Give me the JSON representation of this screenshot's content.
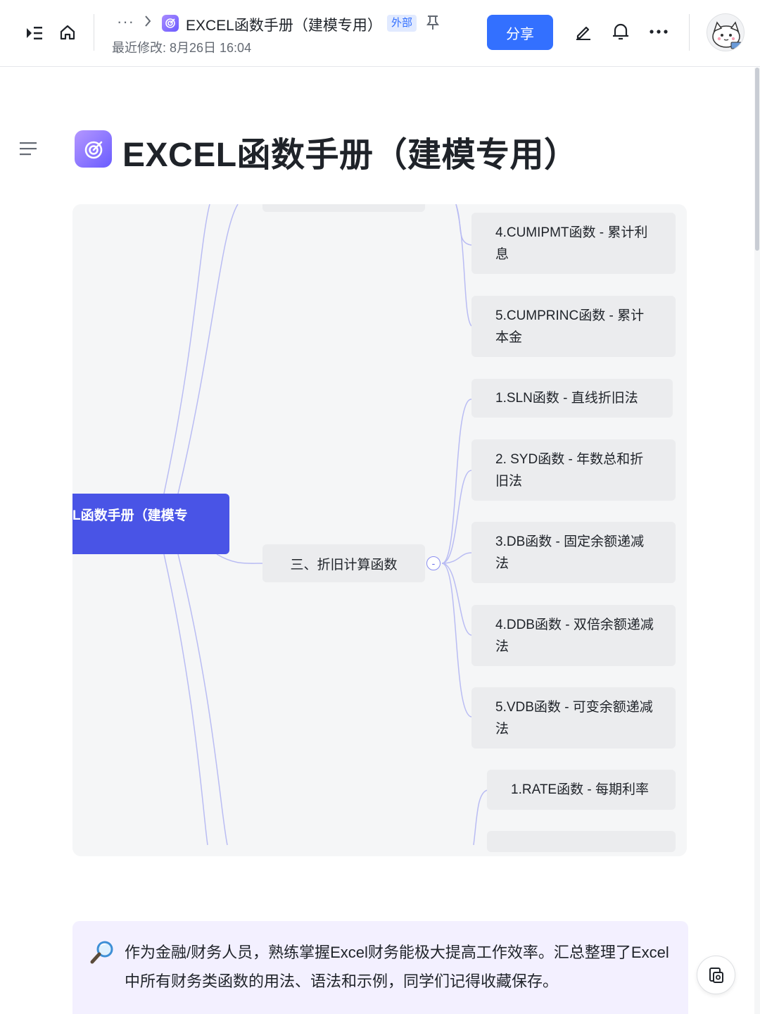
{
  "header": {
    "breadcrumb_more": "···",
    "doc_title": "EXCEL函数手册（建模专用）",
    "external_badge": "外部",
    "last_modified": "最近修改: 8月26日 16:04",
    "share_label": "分享"
  },
  "page": {
    "title": "EXCEL函数手册（建模专用）"
  },
  "mindmap": {
    "root_label": "L函数手册（建模专",
    "branch_label": "三、折旧计算函数",
    "collapse_symbol": "-",
    "nodes": [
      {
        "line1": "4.CUMIPMT函数 - 累计利",
        "line2": "息"
      },
      {
        "line1": "5.CUMPRINC函数 - 累计",
        "line2": "本金"
      },
      {
        "line1": "1.SLN函数 - 直线折旧法",
        "line2": ""
      },
      {
        "line1": "2. SYD函数 - 年数总和折",
        "line2": "旧法"
      },
      {
        "line1": "3.DB函数 - 固定余额递减",
        "line2": "法"
      },
      {
        "line1": "4.DDB函数 - 双倍余额递减",
        "line2": "法"
      },
      {
        "line1": "5.VDB函数 - 可变余额递减",
        "line2": "法"
      },
      {
        "line1": "1.RATE函数 - 每期利率",
        "line2": ""
      }
    ]
  },
  "callout": {
    "text": "作为金融/财务人员，熟练掌握Excel财务能极大提高工作效率。汇总整理了Excel中所有财务类函数的用法、语法和示例，同学们记得收藏保存。"
  },
  "icons": {
    "sidebar_toggle": "sidebar-toggle-icon",
    "home": "home-icon",
    "pin": "pin-icon",
    "edit": "pencil-icon",
    "bell": "bell-icon",
    "more": "more-icon",
    "outline": "outline-icon",
    "magnifier": "magnifier-icon",
    "float": "copy-icon"
  },
  "colors": {
    "accent": "#3370ff",
    "root_node": "#4954e6",
    "branch_line": "#a7abf2",
    "callout_bg": "#f3f0ff"
  }
}
